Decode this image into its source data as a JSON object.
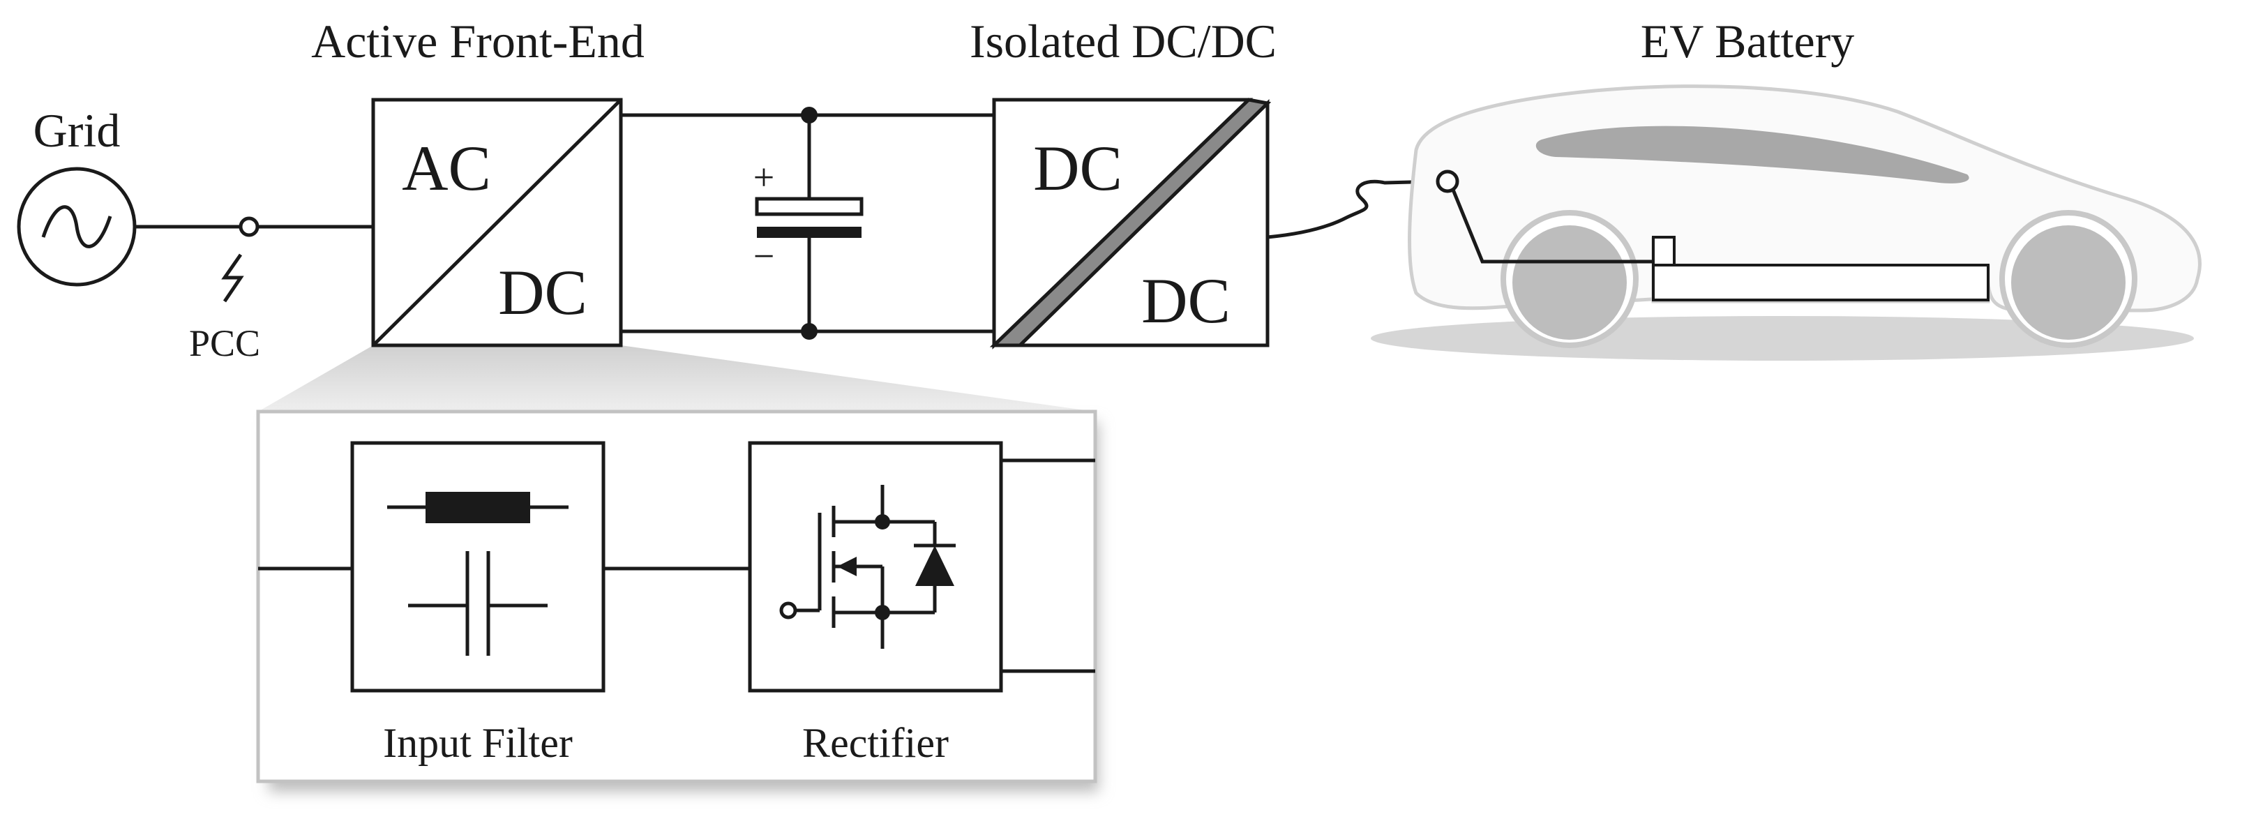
{
  "labels": {
    "grid": "Grid",
    "pcc": "PCC",
    "active_front_end": "Active Front-End",
    "isolated_dcdc": "Isolated DC/DC",
    "ev_battery": "EV Battery",
    "afe_ac": "AC",
    "afe_dc": "DC",
    "dcdc_in": "DC",
    "dcdc_out": "DC",
    "cap_plus": "+",
    "cap_minus": "−",
    "input_filter": "Input Filter",
    "rectifier": "Rectifier"
  },
  "colors": {
    "line": "#1a1a1a",
    "car_outline": "#c8c8c8",
    "car_glass": "#a8a8a8",
    "wheel": "#bdbdbd",
    "ground_shadow": "#d6d6d6",
    "zoom_shadow": "#cfcfcf"
  },
  "icons": [
    "ac-source-icon",
    "resistor-icon",
    "capacitor-icon",
    "mosfet-icon",
    "diode-icon",
    "car-icon"
  ]
}
